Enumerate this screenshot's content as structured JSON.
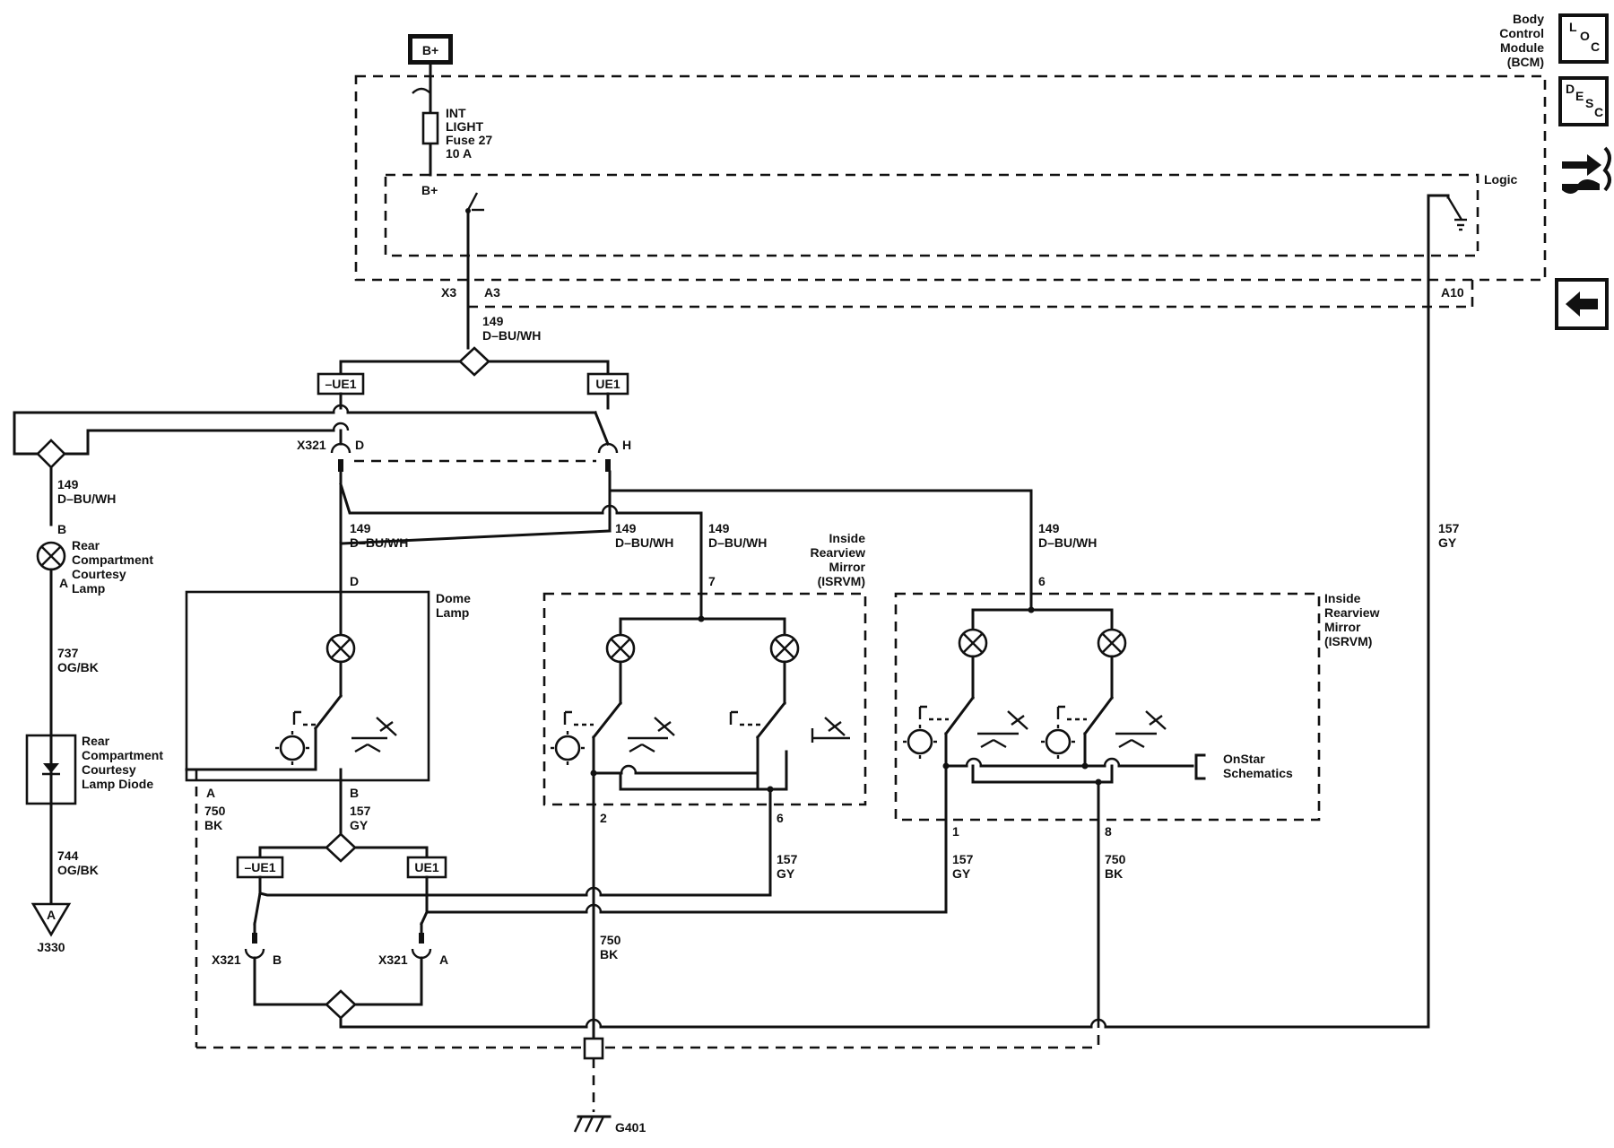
{
  "module": {
    "name_lines": [
      "Body",
      "Control",
      "Module",
      "(BCM)"
    ],
    "logic_label": "Logic",
    "connector": "X3",
    "pin_out": "A3",
    "pin_in": "A10"
  },
  "power": {
    "source": "B+",
    "fuse_lines": [
      "INT",
      "LIGHT",
      "Fuse 27",
      "10 A"
    ],
    "internal_label": "B+"
  },
  "wires": {
    "bu_circuit": "149",
    "bu_color": "D–BU/WH",
    "gy_circuit": "157",
    "gy_color": "GY",
    "bk_circuit": "750",
    "bk_color": "BK",
    "og1_circuit": "737",
    "og1_color": "OG/BK",
    "og2_circuit": "744",
    "og2_color": "OG/BK"
  },
  "options": {
    "without": "–UE1",
    "with": "UE1"
  },
  "connectors": {
    "x321": "X321",
    "pin_d": "D",
    "pin_h": "H",
    "pin_b": "B",
    "pin_a": "A"
  },
  "rear_lamp": {
    "name_lines": [
      "Rear",
      "Compartment",
      "Courtesy",
      "Lamp"
    ],
    "pin_top": "B",
    "pin_bottom": "A"
  },
  "rear_diode": {
    "name_lines": [
      "Rear",
      "Compartment",
      "Courtesy",
      "Lamp Diode"
    ]
  },
  "j330": {
    "label": "J330",
    "letter": "A"
  },
  "dome": {
    "name_lines": [
      "Dome",
      "Lamp"
    ],
    "pin_d": "D",
    "pin_a": "A",
    "pin_b": "B"
  },
  "mirror1": {
    "name_lines": [
      "Inside",
      "Rearview",
      "Mirror",
      "(ISRVM)"
    ],
    "pin_top": "7",
    "pin_bl": "2",
    "pin_br": "6"
  },
  "mirror2": {
    "name_lines": [
      "Inside",
      "Rearview",
      "Mirror",
      "(ISRVM)"
    ],
    "pin_top": "6",
    "pin_bl": "1",
    "pin_br": "8"
  },
  "onstar": {
    "lines": [
      "OnStar",
      "Schematics"
    ]
  },
  "ground": {
    "label": "G401"
  },
  "side_icons": {
    "loc": {
      "l": "L",
      "o": "O",
      "c": "C",
      "icon": "location-icon"
    },
    "desc": {
      "d": "D",
      "e": "E",
      "s": "S",
      "c": "C",
      "icon": "description-icon"
    },
    "connector_icon": "connector-icon",
    "back_icon": "back-arrow-icon"
  }
}
